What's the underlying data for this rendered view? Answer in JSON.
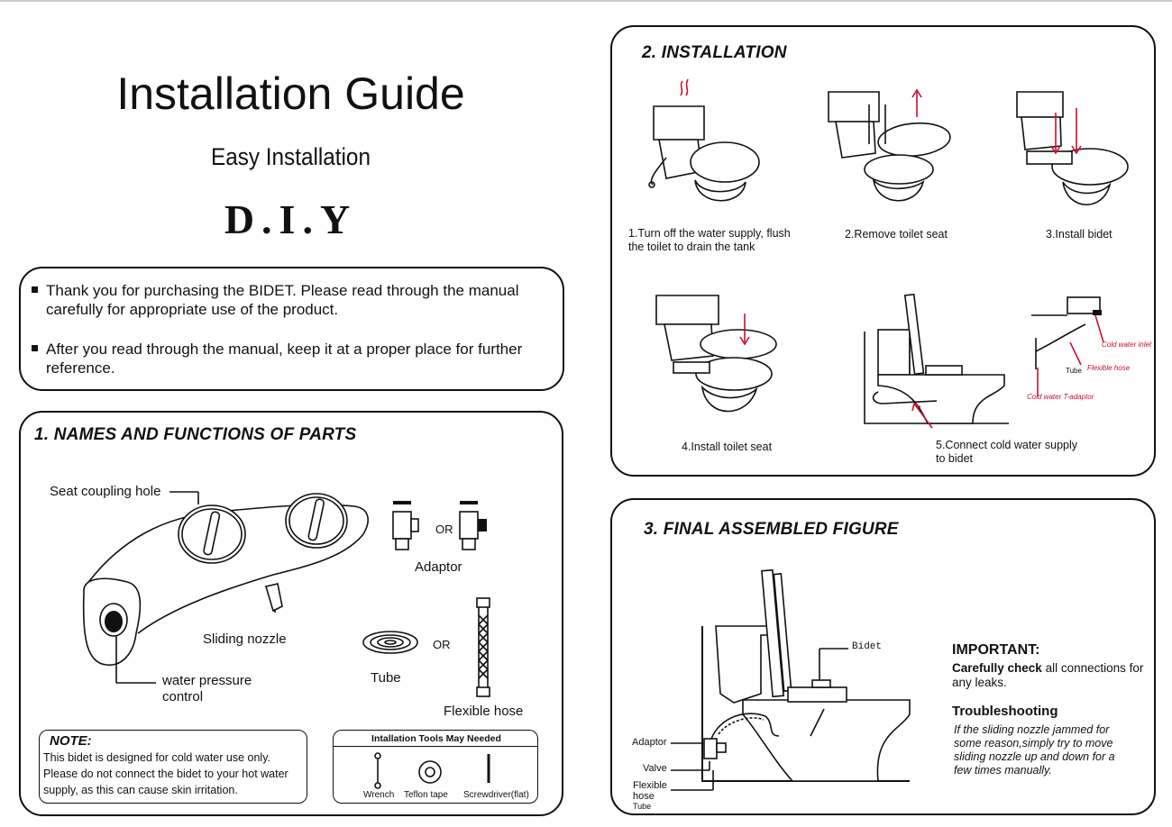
{
  "header": {
    "title": "Installation Guide",
    "subtitle": "Easy Installation",
    "diy": "D.I.Y"
  },
  "intro": {
    "bullet1": "Thank you for purchasing the BIDET. Please read through the manual carefully for appropriate use of the product.",
    "bullet2": "After you read through the manual, keep it at a proper place for further reference."
  },
  "parts": {
    "heading": "1. NAMES AND FUNCTIONS OF PARTS",
    "seat_coupling_hole": "Seat coupling hole",
    "sliding_nozzle": "Sliding nozzle",
    "water_pressure_control": "water pressure control",
    "adaptor": "Adaptor",
    "or1": "OR",
    "or2": "OR",
    "tube": "Tube",
    "flexible_hose": "Flexible hose"
  },
  "note": {
    "title": "NOTE:",
    "text": "This bidet is designed for cold water use only. Please do not connect the bidet to your hot water supply, as this can cause skin irritation."
  },
  "tools": {
    "title": "Intallation Tools May Needed",
    "wrench": "Wrench",
    "teflon": "Teflon tape",
    "screwdriver": "Screwdriver(flat)"
  },
  "installation": {
    "heading": "2. INSTALLATION",
    "step1": "1.Turn off the water supply, flush  the toilet to drain the tank",
    "step2": "2.Remove  toilet seat",
    "step3": "3.Install bidet",
    "step4": "4.Install toilet seat",
    "step5": "5.Connect cold water supply to bidet",
    "cold_water_inlet": "Cold water inlet",
    "flexible_hose": "Flexible hose",
    "tube": "Tube",
    "cold_water_t_adaptor": "Cold water T-adaptor"
  },
  "final": {
    "heading": "3. FINAL ASSEMBLED FIGURE",
    "bidet": "Bidet",
    "adaptor": "Adaptor",
    "valve": "Valve",
    "flexible_hose": "Flexible hose",
    "tube": "Tube",
    "important_title": "IMPORTANT:",
    "important_bold": "Carefully check",
    "important_rest": " all connections for any leaks.",
    "troubleshooting_title": "Troubleshooting",
    "troubleshooting_text": "If the sliding nozzle jammed for some reason,simply try to move sliding nozzle up and down for a few times manually."
  }
}
